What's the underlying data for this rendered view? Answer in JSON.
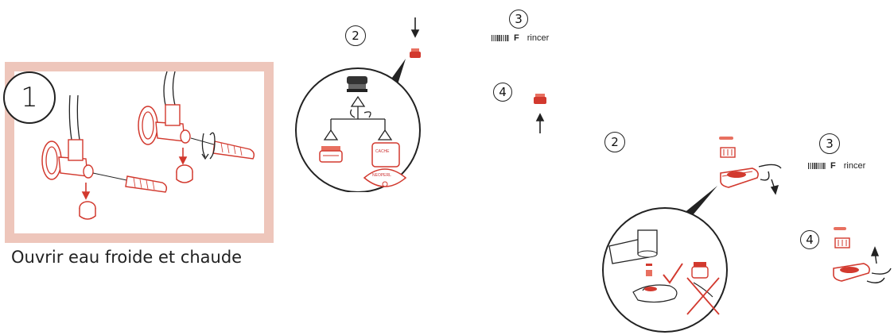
{
  "section1": {
    "step_number": "1",
    "caption": "Ouvrir eau froide et chaude"
  },
  "section2_top": {
    "step_number": "2",
    "cache_label": "CACHE",
    "neoperl_label": "NEOPERL"
  },
  "section3_top": {
    "step_number": "3",
    "rinse_letter": "F",
    "rinse_text": "rincer"
  },
  "section4_top": {
    "step_number": "4"
  },
  "section2_bottom": {
    "step_number": "2"
  },
  "section3_bottom": {
    "step_number": "3",
    "rinse_letter": "F",
    "rinse_text": "rincer"
  },
  "section4_bottom": {
    "step_number": "4"
  },
  "colors": {
    "panel_border": "#eec6bb",
    "accent_red": "#d2392e",
    "ink": "#222222"
  },
  "icons": [
    "valve-icon",
    "screwdriver-icon",
    "filter-cap-icon",
    "arrow-down-icon",
    "arrow-up-icon",
    "rotate-arrow-icon",
    "aerator-icon",
    "check-mark-icon",
    "cross-mark-icon",
    "hand-icon",
    "faucet-spout-icon"
  ]
}
